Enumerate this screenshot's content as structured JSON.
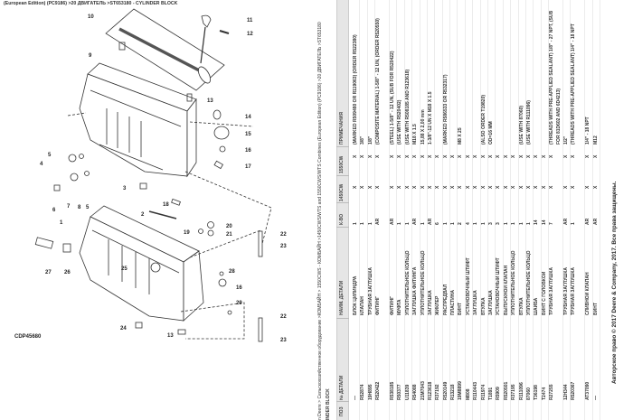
{
  "caption": "(European Edition) (PC9186) >20 ДВИГАТЕЛЬ >ST653180 - CYLINDER BLOCK",
  "diagram": {
    "figure_id": "CDP45680",
    "callouts": [
      "10",
      "11",
      "12",
      "9",
      "13",
      "14",
      "15",
      "16",
      "17",
      "5",
      "4",
      "3",
      "18",
      "6",
      "7",
      "8",
      "5",
      "1",
      "2",
      "19",
      "20",
      "21",
      "27",
      "26",
      "25",
      "28",
      "16",
      "29",
      "24",
      "13",
      "22",
      "23",
      "22",
      "23"
    ]
  },
  "table": {
    "breadcrumb": "n Deere > Сельскохозяйственное оборудование >КОМБАЙН > 1550CWS - КОМБАЙН >1450CWS/WTS and 1550CWS/WTS Combines (European Edition) (PC9186) >20 ДВИГАТЕЛЬ >ST653180",
    "subtitle": "INDER BLOCK",
    "headers": {
      "pos": "ПОЗ",
      "part": "№ ДЕТАЛИ",
      "name": "НАИМ. ДЕТАЛИ",
      "qty": "К-ВО",
      "col1": "1450CW",
      "col2": "1550CW",
      "note": "ПРИМЕЧАНИЯ"
    },
    "rows": [
      {
        "part": "—",
        "name": "БЛОК ЦИЛИНДРА",
        "qty": "1",
        "c1": "X",
        "c2": "X",
        "note": "(MARKED R509480 OR R119063) (ORDER R522380)"
      },
      {
        "part": "R52874",
        "name": "КЛАПАН",
        "qty": "1",
        "c1": "X",
        "c2": "X",
        "note": "3/8\""
      },
      {
        "part": "19H895",
        "name": "ТРУБНАЯ ЗАГЛУШКА",
        "qty": "1",
        "c1": "X",
        "c2": "X",
        "note": "1/8\""
      },
      {
        "part": "R520422",
        "name": "ФИТИНГ",
        "qty": "AR",
        "c1": "X",
        "c2": "X",
        "note": "(COMPOSITE MATERIAL) 1-5/8\" - 12 UN, (ORDER R520550)"
      },
      {
        "part": "R538185",
        "name": "ФИТИНГ",
        "qty": "AR",
        "c1": "X",
        "c2": "X",
        "note": "(STEEL) 1-5/8\" - 12 UN, (SUB FOR R520422)"
      },
      {
        "part": "R50377",
        "name": "МУФТА",
        "qty": "1",
        "c1": "X",
        "c2": "X",
        "note": "(USE WITH R520402)"
      },
      {
        "part": "U11839",
        "name": "УПЛОТНИТЕЛЬНОЕ КОЛЬЦО",
        "qty": "1",
        "c1": "X",
        "c2": "X",
        "note": "(USE WITH R508185 AND R123618)"
      },
      {
        "part": "R54088",
        "name": "ЗАГЛУШКА ФИТИНГА",
        "qty": "AR",
        "c1": "X",
        "c2": "X",
        "note": "M18 X 1.5"
      },
      {
        "part": "21M7043",
        "name": "УПЛОТНИТЕЛЬНОЕ КОЛЬЦО",
        "qty": "1",
        "c1": "X",
        "c2": "X",
        "note": "15,88 X 2,00 mm"
      },
      {
        "part": "R123618",
        "name": "ЗАГЛУШКА",
        "qty": "AR",
        "c1": "X",
        "c2": "X",
        "note": "1-3/8\"-12 UN X M18 X 1.5"
      },
      {
        "part": "R37192",
        "name": "ЖИКЛЕР",
        "qty": "6",
        "c1": "X",
        "c2": "X",
        "note": ""
      },
      {
        "part": "R520149",
        "name": "РАСПРЕДВАЛ",
        "qty": "1",
        "c1": "X",
        "c2": "X",
        "note": "(MARKED R586533 OR R532317)"
      },
      {
        "part": "R13218",
        "name": "ПЛАСТИНА",
        "qty": "1",
        "c1": "X",
        "c2": "X",
        "note": ""
      },
      {
        "part": "19M8899",
        "name": "ВИНТ",
        "qty": "2",
        "c1": "X",
        "c2": "X",
        "note": "M8 X 25"
      },
      {
        "part": "M808",
        "name": "УСТАНОВОЧНЫЙ ШТИФТ",
        "qty": "4",
        "c1": "X",
        "c2": "X",
        "note": ""
      },
      {
        "part": "R110443",
        "name": "ЗАГЛУШКА",
        "qty": "1",
        "c1": "X",
        "c2": "X",
        "note": ""
      },
      {
        "part": "R11974",
        "name": "ВТУЛКА",
        "qty": "1",
        "c1": "X",
        "c2": "X",
        "note": "(ALSO ORDER T19820)"
      },
      {
        "part": "T1891",
        "name": "ЗАГЛУШКА",
        "qty": "3",
        "c1": "X",
        "c2": "X",
        "note": "OD=16 MM"
      },
      {
        "part": "R5909",
        "name": "УСТАНОВОЧНЫЙ ШТИФТ",
        "qty": "3",
        "c1": "X",
        "c2": "X",
        "note": ""
      },
      {
        "part": "R520501",
        "name": "ВЫПУСКНОЙ КЛАПАН",
        "qty": "1",
        "c1": "X",
        "c2": "X",
        "note": ""
      },
      {
        "part": "R37195",
        "name": "УПЛОТНИТЕЛЬНОЕ КОЛЬЦО",
        "qty": "1",
        "c1": "X",
        "c2": "X",
        "note": ""
      },
      {
        "part": "R111096",
        "name": "ВТУЛКА",
        "qty": "1",
        "c1": "X",
        "c2": "X",
        "note": "(USE WITH 87060)"
      },
      {
        "part": "87060",
        "name": "УПЛОТНИТЕЛЬНОЕ КОЛЬЦО",
        "qty": "1",
        "c1": "X",
        "c2": "X",
        "note": "(USE WITH R111096)"
      },
      {
        "part": "T36198",
        "name": "ШАЙБА",
        "qty": "14",
        "c1": "X",
        "c2": "X",
        "note": ""
      },
      {
        "part": "T2474",
        "name": "ВИНТ С ГОЛОВКОЙ",
        "qty": "14",
        "c1": "X",
        "c2": "X",
        "note": ""
      },
      {
        "part": "R27255",
        "name": "ТРУБНАЯ ЗАГЛУШКА",
        "qty": "7",
        "c1": "X",
        "c2": "X",
        "note": "(THREADS WITH PRE-APPLIED SEALANT) 1/8\" - 27 NPT, (SUB FOR 81D602 AND 6D4213)"
      },
      {
        "part": "12H344",
        "name": "ТРУБНАЯ ЗАГЛУШКА",
        "qty": "AR",
        "c1": "X",
        "c2": "X",
        "note": "1/2\""
      },
      {
        "part": "R520367",
        "name": "ТРУБНАЯ ЗАГЛУШКА",
        "qty": "1",
        "c1": "X",
        "c2": "X",
        "note": "(THREADS WITH PRE-APPLIED SEALANT) 1/4\" - 18 NPT"
      },
      {
        "part": "AT37090",
        "name": "СЛИВНОЙ КЛАПАН",
        "qty": "AR",
        "c1": "X",
        "c2": "X",
        "note": "1/4\" - 18 NPT"
      },
      {
        "part": "—",
        "name": "ВИНТ",
        "qty": "AR",
        "c1": "X",
        "c2": "X",
        "note": "M12"
      }
    ],
    "copyright": "Авторское право © 2017 Deere & Company, 2017. Все права защищены."
  }
}
